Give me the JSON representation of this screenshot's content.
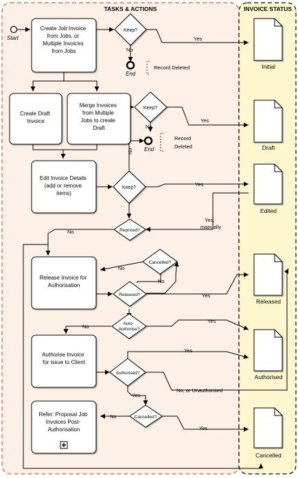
{
  "lanes": {
    "tasks_title": "TASKS & ACTIONS",
    "status_title": "INVOICE STATUS"
  },
  "start": {
    "label": "Start"
  },
  "tasks": {
    "create_job_invoice": [
      "Create Job Invoice",
      "from Jobs, or",
      "Multiple Invoices",
      "from Jobs"
    ],
    "create_draft": [
      "Create Draft",
      "Invoice"
    ],
    "merge_invoices": [
      "Merge Invoices",
      "from Multiple",
      "Jobs to create",
      "Draft"
    ],
    "edit_invoice": [
      "Edit Invoice Details",
      "(add or remove",
      "items)"
    ],
    "release_invoice": [
      "Release Invoice for",
      "Authorisation"
    ],
    "authorise_invoice": [
      "Authorise Invoice",
      "for issue to Client"
    ],
    "refer_proposal": [
      "Refer: Proposal Job",
      "Invoices Post-",
      "Authorisation"
    ]
  },
  "decisions": {
    "keep_1": "Keep?",
    "keep_2": "Keep?",
    "keep_3": "Keep?",
    "repriced": "Repriced?",
    "cancelled_1": "Cancelled?",
    "released": "Released?",
    "auto_authorise": [
      "Auto-",
      "Authorise?"
    ],
    "authorised": "Authorised?",
    "cancelled_2": "Cancelled?"
  },
  "ends": {
    "end_1": {
      "label": "End",
      "note": "Record Deleted"
    },
    "end_2": {
      "label": "End",
      "note": [
        "Record",
        "Deleted"
      ]
    }
  },
  "flow_labels": {
    "yes": "Yes",
    "no": "No",
    "yes_manually": [
      "Yes,",
      "manually"
    ],
    "no_or_unauthorised": "No, or Unauthorised"
  },
  "statuses": [
    "Initial",
    "Draft",
    "Edited",
    "Released",
    "Authorised",
    "Cancelled"
  ],
  "colors": {
    "tasks_lane_bg": "#fdf1e7",
    "status_lane_bg": "#fdf6cf",
    "lane_border": "#e35b2a",
    "line": "#000000",
    "box_fill": "#ffffff"
  }
}
